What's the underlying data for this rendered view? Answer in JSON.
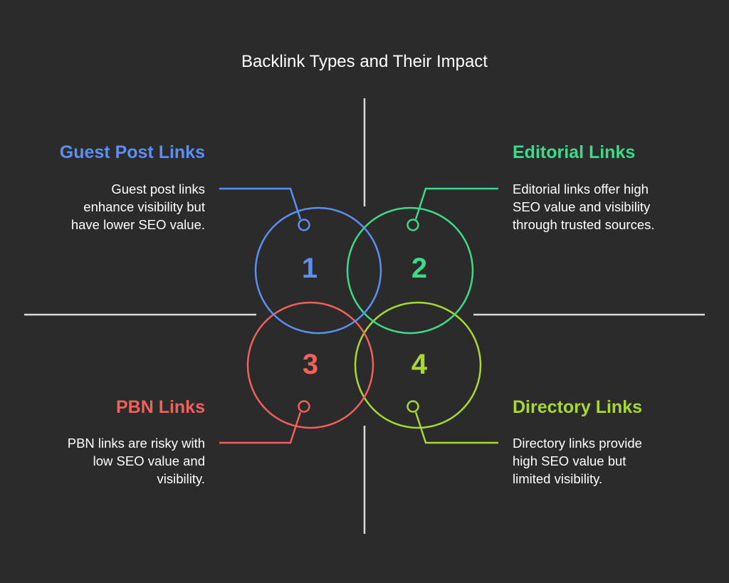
{
  "title": "Backlink Types and Their Impact",
  "colors": {
    "background": "#2b2b2b",
    "divider": "#d9d9d9",
    "guest": "#5b8ff2",
    "editorial": "#3fd98a",
    "pbn": "#f2605a",
    "directory": "#a8d932"
  },
  "quadrants": [
    {
      "number": "1",
      "heading": "Guest Post Links",
      "description": [
        "Guest post links",
        "enhance visibility but",
        "have lower SEO value."
      ]
    },
    {
      "number": "2",
      "heading": "Editorial Links",
      "description": [
        "Editorial links offer high",
        "SEO value and visibility",
        "through trusted sources."
      ]
    },
    {
      "number": "3",
      "heading": "PBN Links",
      "description": [
        "PBN links are risky with",
        "low SEO value and",
        "visibility."
      ]
    },
    {
      "number": "4",
      "heading": "Directory Links",
      "description": [
        "Directory links provide",
        "high SEO value but",
        "limited visibility."
      ]
    }
  ]
}
